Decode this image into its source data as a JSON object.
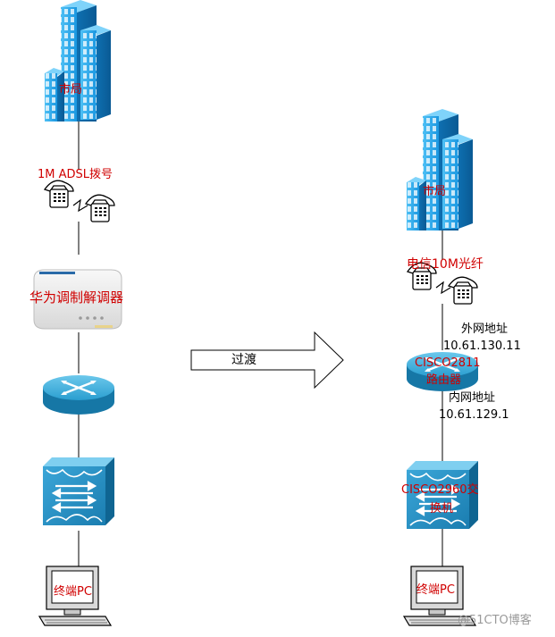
{
  "left": {
    "building_label": "市局",
    "link_label": "1M ADSL拨号",
    "modem_label": "华为调制解调器",
    "pc_label": "终端PC"
  },
  "transition": {
    "label": "过渡"
  },
  "right": {
    "building_label": "市局",
    "link_label": "电信10M光纤",
    "router_line1": "CISCO2811",
    "router_line2": "路由器",
    "wan_title": "外网地址",
    "wan_ip": "10.61.130.11",
    "lan_title": "内网地址",
    "lan_ip": "10.61.129.1",
    "switch_line1": "CISCO2960交",
    "switch_line2": "换机",
    "pc_label": "终端PC"
  },
  "watermark": "@51CTO博客",
  "colors": {
    "building": "#1a9ce8",
    "router": "#1790c0",
    "switch": "#1f86b8",
    "label_red": "#d00000"
  }
}
